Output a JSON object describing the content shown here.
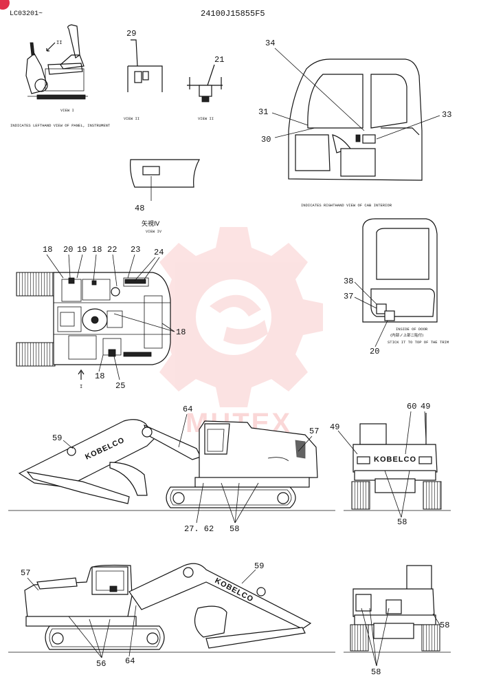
{
  "header": {
    "left_code": "LC03201~",
    "part_number": "24100J15855F5"
  },
  "views": {
    "view1_label": "VIEW I",
    "view2_label": "VIEW II",
    "view3_label": "VIEW II",
    "view4_label_jp": "矢視Ⅳ",
    "view4_label": "VIEW IV",
    "lefthand_caption": "INDICATES LEFTHAND VIEW OF PANEL, INSTRUMENT",
    "righthand_caption": "INDICATES RIGHTHAND VIEW OF CAB INTERIOR",
    "door_caption_1": "INSIDE OF DOOR",
    "door_caption_2": "(内部ノ上部ニ貼付)",
    "door_caption_3": "STICK IT TO TOP OF THE TRIM",
    "arrow_I": "I",
    "arrow_II": "II"
  },
  "callouts": {
    "c18a": "18",
    "c20": "20",
    "c19": "19",
    "c18b": "18",
    "c22": "22",
    "c23": "23",
    "c24": "24",
    "c18c": "18",
    "c18d": "18",
    "c25": "25",
    "c29": "29",
    "c21": "21",
    "c48": "48",
    "c34": "34",
    "c31": "31",
    "c30": "30",
    "c33": "33",
    "c38": "38",
    "c37": "37",
    "c20b": "20",
    "c64": "64",
    "c59": "59",
    "c57": "57",
    "c27": "27. 62",
    "c58a": "58",
    "c49a": "49",
    "c60": "60",
    "c49b": "49",
    "c58b": "58",
    "c57b": "57",
    "c59b": "59",
    "c56": "56",
    "c64b": "64",
    "c58c": "58",
    "c58d": "58"
  },
  "brand": {
    "boom_text": "KOBELCO",
    "rear_text": "KOBELCO",
    "watermark": "MUTEX",
    "watermark_color": "#f08080"
  }
}
